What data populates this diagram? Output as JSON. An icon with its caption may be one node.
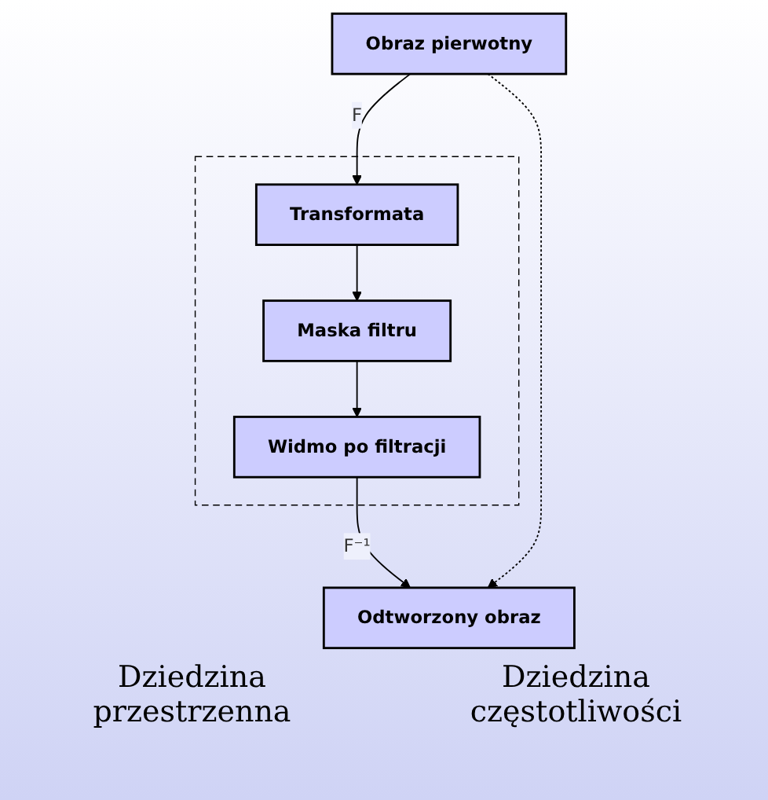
{
  "diagram": {
    "nodes": [
      {
        "text": [
          "Obraz pierwotny"
        ]
      },
      {
        "text": [],
        "shape": "box"
      },
      {
        "text": [
          "Transformata"
        ],
        "in": 1
      },
      {
        "text": [
          "Maska filtru"
        ],
        "in": 1
      },
      {
        "text": [
          "Widmo po filtracji"
        ],
        "in": 1
      },
      {
        "text": [
          "Odtworzony obraz"
        ]
      }
    ],
    "edges": [
      {
        "from": 0,
        "to": 2,
        "arrow": "to",
        "label": "F"
      },
      {
        "from": 2,
        "to": 3,
        "arrow": "to"
      },
      {
        "from": 3,
        "to": 4,
        "arrow": "to"
      },
      {
        "from": 4,
        "to": 5,
        "arrow": "to",
        "label": "F⁻¹"
      },
      {
        "from": 0,
        "to": 5,
        "arrow": "to",
        "style": "dashed"
      }
    ],
    "labels": [
      "Dziedzina przestrzenna",
      "Dziedzina częstotliwości"
    ]
  }
}
